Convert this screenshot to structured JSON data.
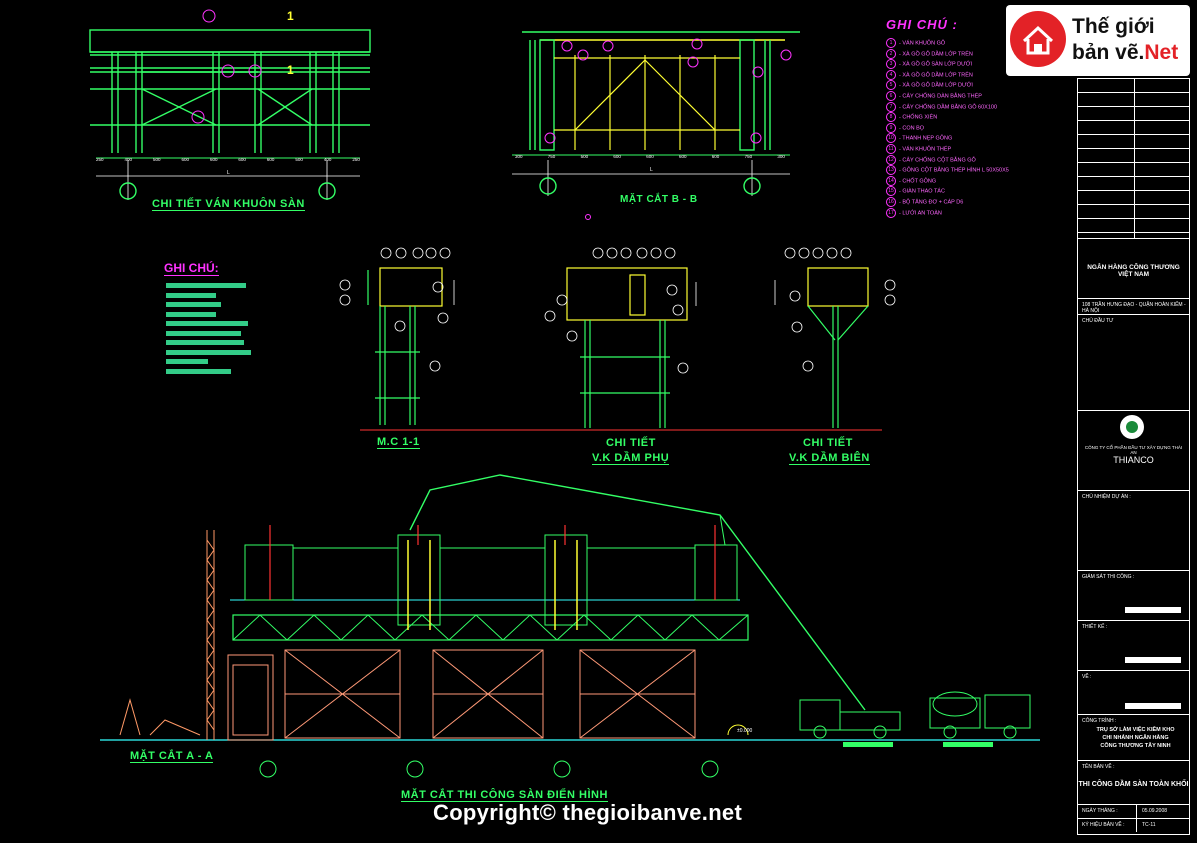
{
  "logo": {
    "line1": "Thế giới",
    "line2": "bản vẽ.",
    "line2b": "Net",
    "icon": "house-icon"
  },
  "notes_right": {
    "title": "GHI CHÚ :",
    "items": [
      "- VÁN KHUÔN GỖ",
      "- XÀ GỒ GỖ DẦM LỚP TRÊN",
      "- XÀ GỒ GỖ SÀN LỚP DƯỚI",
      "- XÀ GỒ GỖ DẦM LỚP TRÊN",
      "- XÀ GỒ GỖ DẦM LỚP DƯỚI",
      "- CÂY CHỐNG DÀN BẰNG THÉP",
      "- CÂY CHỐNG DẦM BẰNG GỖ 60X100",
      "- CHỐNG XIÊN",
      "- CON BỌ",
      "- THANH NẸP GÔNG",
      "- VÁN KHUÔN THÉP",
      "- CÂY CHỐNG CỘT BẰNG GỖ",
      "- GÔNG CỘT BẰNG THÉP HÌNH L 50X50X5",
      "- CHỐT GÔNG",
      "- GIÀN THAO TÁC",
      "- BỘ TĂNG ĐƠ + CÁP D6",
      "- LƯỚI AN TOÀN"
    ]
  },
  "notes_left": {
    "title": "GHI CHÚ:"
  },
  "titles": {
    "detail_formwork": "CHI TIẾT VÁN KHUÔN SÀN",
    "section_bb": "MẶT CẮT B - B",
    "mc11": "M.C 1-1",
    "secondary_beam_1": "CHI TIẾT",
    "secondary_beam_2": "V.K DẦM PHỤ",
    "edge_beam_1": "CHI TIẾT",
    "edge_beam_2": "V.K DẦM BIÊN",
    "section_aa": "MẶT CẮT A - A",
    "typical": "MẶT CẮT THI CÔNG SÀN ĐIỂN HÌNH"
  },
  "dims": {
    "top_left": [
      "250",
      "400",
      "500",
      "600",
      "600",
      "600",
      "600",
      "500",
      "400",
      "250"
    ],
    "top_mid": [
      "300",
      "750",
      "500",
      "600",
      "600",
      "600",
      "600",
      "750",
      "300"
    ],
    "L": "L",
    "elev": "±0.000"
  },
  "title_block": {
    "client": "NGÂN HÀNG CÔNG THƯƠNG VIỆT NAM",
    "client_addr": "108 TRẦN HƯNG ĐẠO - QUẬN HOÀN KIẾM - HÀ NỘI",
    "chu_dau_tu": "CHỦ ĐẦU TƯ",
    "company": "CÔNG TY CỔ PHẦN ĐẦU TƯ XÂY DỰNG THÁI AN",
    "company_short": "THIANCO",
    "chu_nhiem": "CHỦ NHIỆM DỰ ÁN :",
    "giam_sat": "GIÁM SÁT THI CÔNG :",
    "thiet_ke": "THIẾT KẾ :",
    "ve": "VẼ :",
    "cong_trinh_lbl": "CÔNG TRÌNH :",
    "cong_trinh": "TRỤ SỞ LÀM VIỆC KIÊM KHO CHI NHÁNH NGÂN HÀNG CÔNG THƯƠNG TÂY NINH",
    "ban_ve_lbl": "TÊN BẢN VẼ :",
    "ban_ve": "THI CÔNG DẦM SÀN TOÀN KHỐI",
    "ngay_lbl": "NGÀY THÁNG :",
    "ngay": "05.09.2008",
    "ky_hieu_lbl": "KÝ HIỆU BẢN VẼ :",
    "ky_hieu": "TC-11"
  },
  "copyright": "Copyright© thegioibanve.net"
}
